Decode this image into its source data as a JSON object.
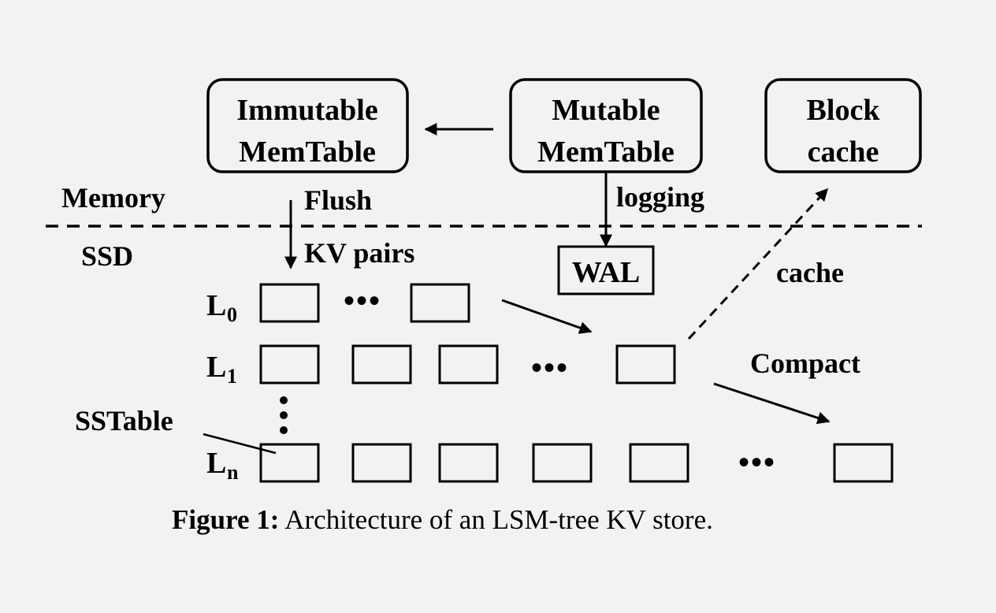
{
  "nodes": {
    "immutable": {
      "line1": "Immutable",
      "line2": "MemTable"
    },
    "mutable": {
      "line1": "Mutable",
      "line2": "MemTable"
    },
    "block_cache": {
      "line1": "Block",
      "line2": "cache"
    },
    "wal": "WAL"
  },
  "labels": {
    "memory": "Memory",
    "ssd": "SSD",
    "flush": "Flush",
    "logging": "logging",
    "kv_pairs": "KV pairs",
    "cache": "cache",
    "compact": "Compact",
    "sstable": "SSTable",
    "ellipsis": "•••"
  },
  "levels": [
    {
      "base": "L",
      "sub": "0"
    },
    {
      "base": "L",
      "sub": "1"
    },
    {
      "base": "L",
      "sub": "n"
    }
  ],
  "caption": {
    "label": "Figure 1:",
    "text": " Architecture of an LSM-tree KV store."
  }
}
